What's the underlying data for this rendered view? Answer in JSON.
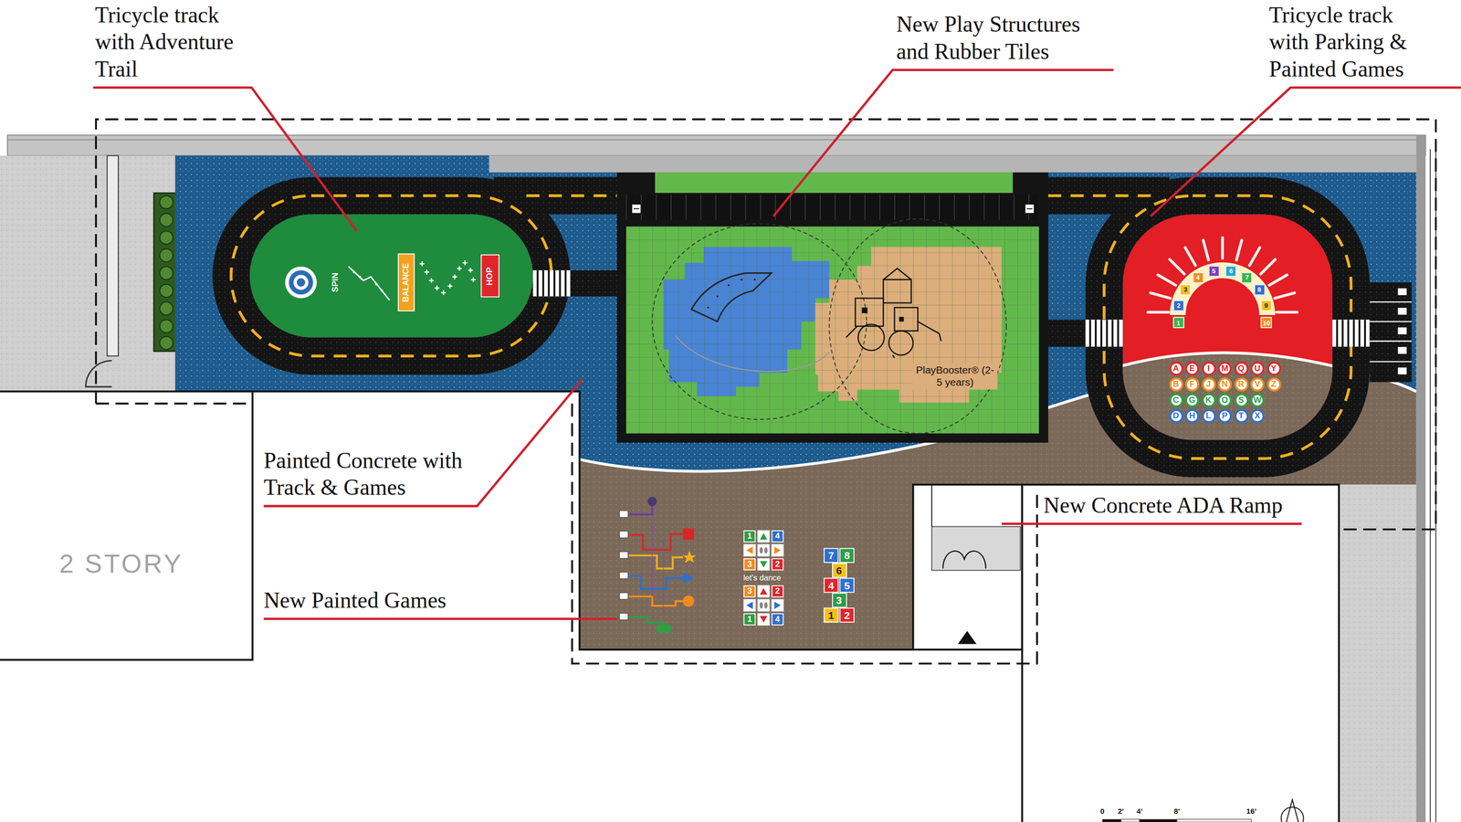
{
  "diagram": {
    "nodes": [
      {
        "text": [
          "SPIN"
        ]
      },
      {
        "text": [
          "BALANCE"
        ],
        "in": 0
      },
      {
        "text": [
          "HOP"
        ],
        "in": 0
      },
      {
        "text": [
          "PlayBooster® (2-5 years)"
        ]
      },
      {
        "text": [
          "1"
        ]
      },
      {
        "text": [
          "2"
        ]
      },
      {
        "text": [
          "3"
        ]
      },
      {
        "text": [
          "4"
        ]
      },
      {
        "text": [
          "5"
        ]
      },
      {
        "text": [
          "6"
        ]
      },
      {
        "text": [
          "7"
        ]
      },
      {
        "text": [
          "8"
        ]
      },
      {
        "text": [
          "9"
        ]
      },
      {
        "text": [
          "10"
        ]
      },
      {
        "text": [
          "A"
        ]
      },
      {
        "text": [
          "B"
        ]
      },
      {
        "text": [
          "C"
        ]
      },
      {
        "text": [
          "D"
        ]
      },
      {
        "text": [
          "E"
        ]
      },
      {
        "text": [
          "F"
        ]
      },
      {
        "text": [
          "G"
        ]
      },
      {
        "text": [
          "H"
        ]
      },
      {
        "text": [
          "I"
        ]
      },
      {
        "text": [
          "J"
        ]
      },
      {
        "text": [
          "K"
        ]
      },
      {
        "text": [
          "L"
        ]
      },
      {
        "text": [
          "M"
        ]
      },
      {
        "text": [
          "N"
        ]
      },
      {
        "text": [
          "O"
        ]
      },
      {
        "text": [
          "P"
        ]
      },
      {
        "text": [
          "Q"
        ]
      },
      {
        "text": [
          "R"
        ]
      },
      {
        "text": [
          "S"
        ]
      },
      {
        "text": [
          "T"
        ]
      },
      {
        "text": [
          "U"
        ]
      },
      {
        "text": [
          "V"
        ]
      },
      {
        "text": [
          "W"
        ]
      },
      {
        "text": [
          "X"
        ]
      },
      {
        "text": [
          "Y"
        ]
      },
      {
        "text": [
          "Z"
        ]
      },
      {
        "text": [
          "2 STORY"
        ]
      },
      {
        "text": [
          "1"
        ]
      },
      {
        "text": [
          "4"
        ]
      },
      {
        "text": [
          "3"
        ]
      },
      {
        "text": [
          "2"
        ]
      },
      {
        "text": [
          "3"
        ]
      },
      {
        "text": [
          "2"
        ]
      },
      {
        "text": [
          "1"
        ]
      },
      {
        "text": [
          "4"
        ]
      },
      {
        "text": [
          "7"
        ]
      },
      {
        "text": [
          "8"
        ]
      },
      {
        "text": [
          "6"
        ]
      },
      {
        "text": [
          "4"
        ]
      },
      {
        "text": [
          "5"
        ]
      },
      {
        "text": [
          "3"
        ]
      },
      {
        "text": [
          "1"
        ]
      },
      {
        "text": [
          "2"
        ]
      }
    ],
    "labels": [
      "Tricycle track with Adventure Trail",
      "New Play Structures and Rubber Tiles",
      "Tricycle track with Parking & Painted Games",
      "Painted Concrete with Track & Games",
      "let's dance",
      "New Painted Games",
      "New Concrete ADA Ramp",
      "0",
      "2'",
      "4'",
      "8'",
      "16'"
    ]
  }
}
